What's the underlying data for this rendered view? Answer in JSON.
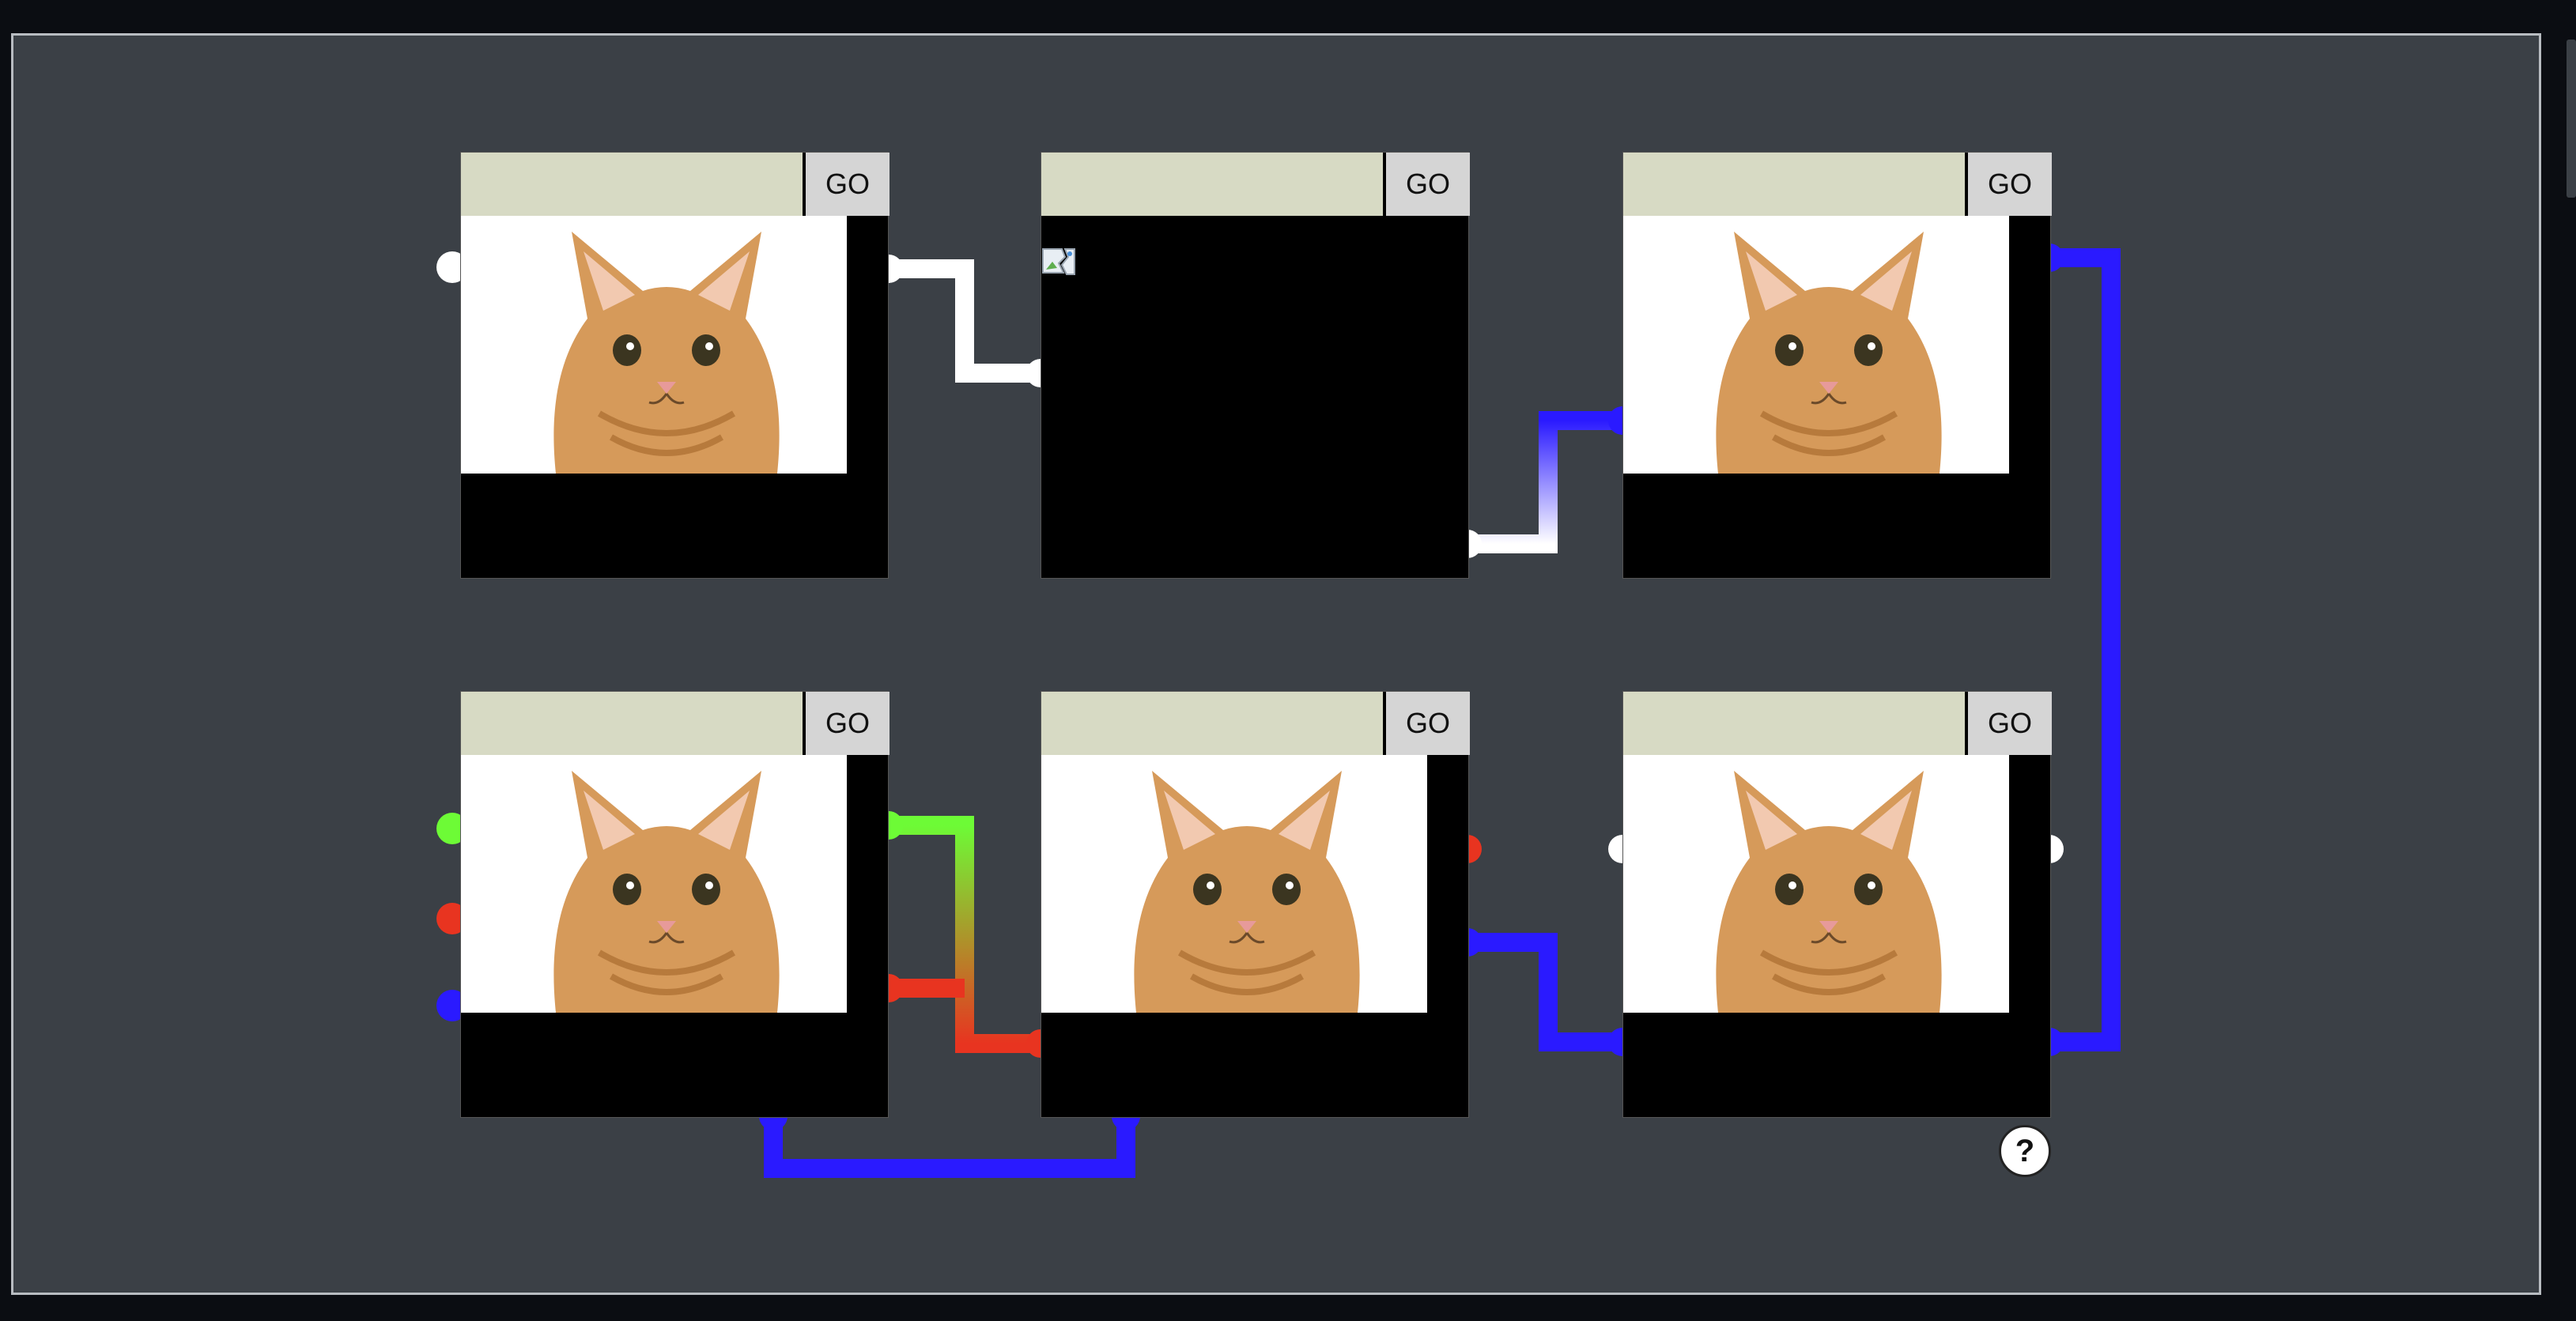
{
  "nodes": [
    {
      "id": "top-left",
      "url_value": "",
      "go_label": "GO",
      "image": "cat-photo"
    },
    {
      "id": "top-middle",
      "url_value": "",
      "go_label": "GO",
      "image": "broken-image"
    },
    {
      "id": "top-right",
      "url_value": "",
      "go_label": "GO",
      "image": "cat-photo"
    },
    {
      "id": "bottom-left",
      "url_value": "",
      "go_label": "GO",
      "image": "cat-photo"
    },
    {
      "id": "bottom-middle",
      "url_value": "",
      "go_label": "GO",
      "image": "cat-photo"
    },
    {
      "id": "bottom-right",
      "url_value": "",
      "go_label": "GO",
      "image": "cat-photo"
    }
  ],
  "help": {
    "label": "?"
  },
  "colors": {
    "background": "#3b4046",
    "node_body": "#000000",
    "url_bar": "#d7dac4",
    "go_button": "#d5d5d5",
    "wire_white": "#ffffff",
    "wire_blue": "#2a1aff",
    "wire_red": "#e83420",
    "wire_green": "#6dfb36"
  },
  "port_legend": [
    "white",
    "green",
    "red",
    "blue"
  ]
}
